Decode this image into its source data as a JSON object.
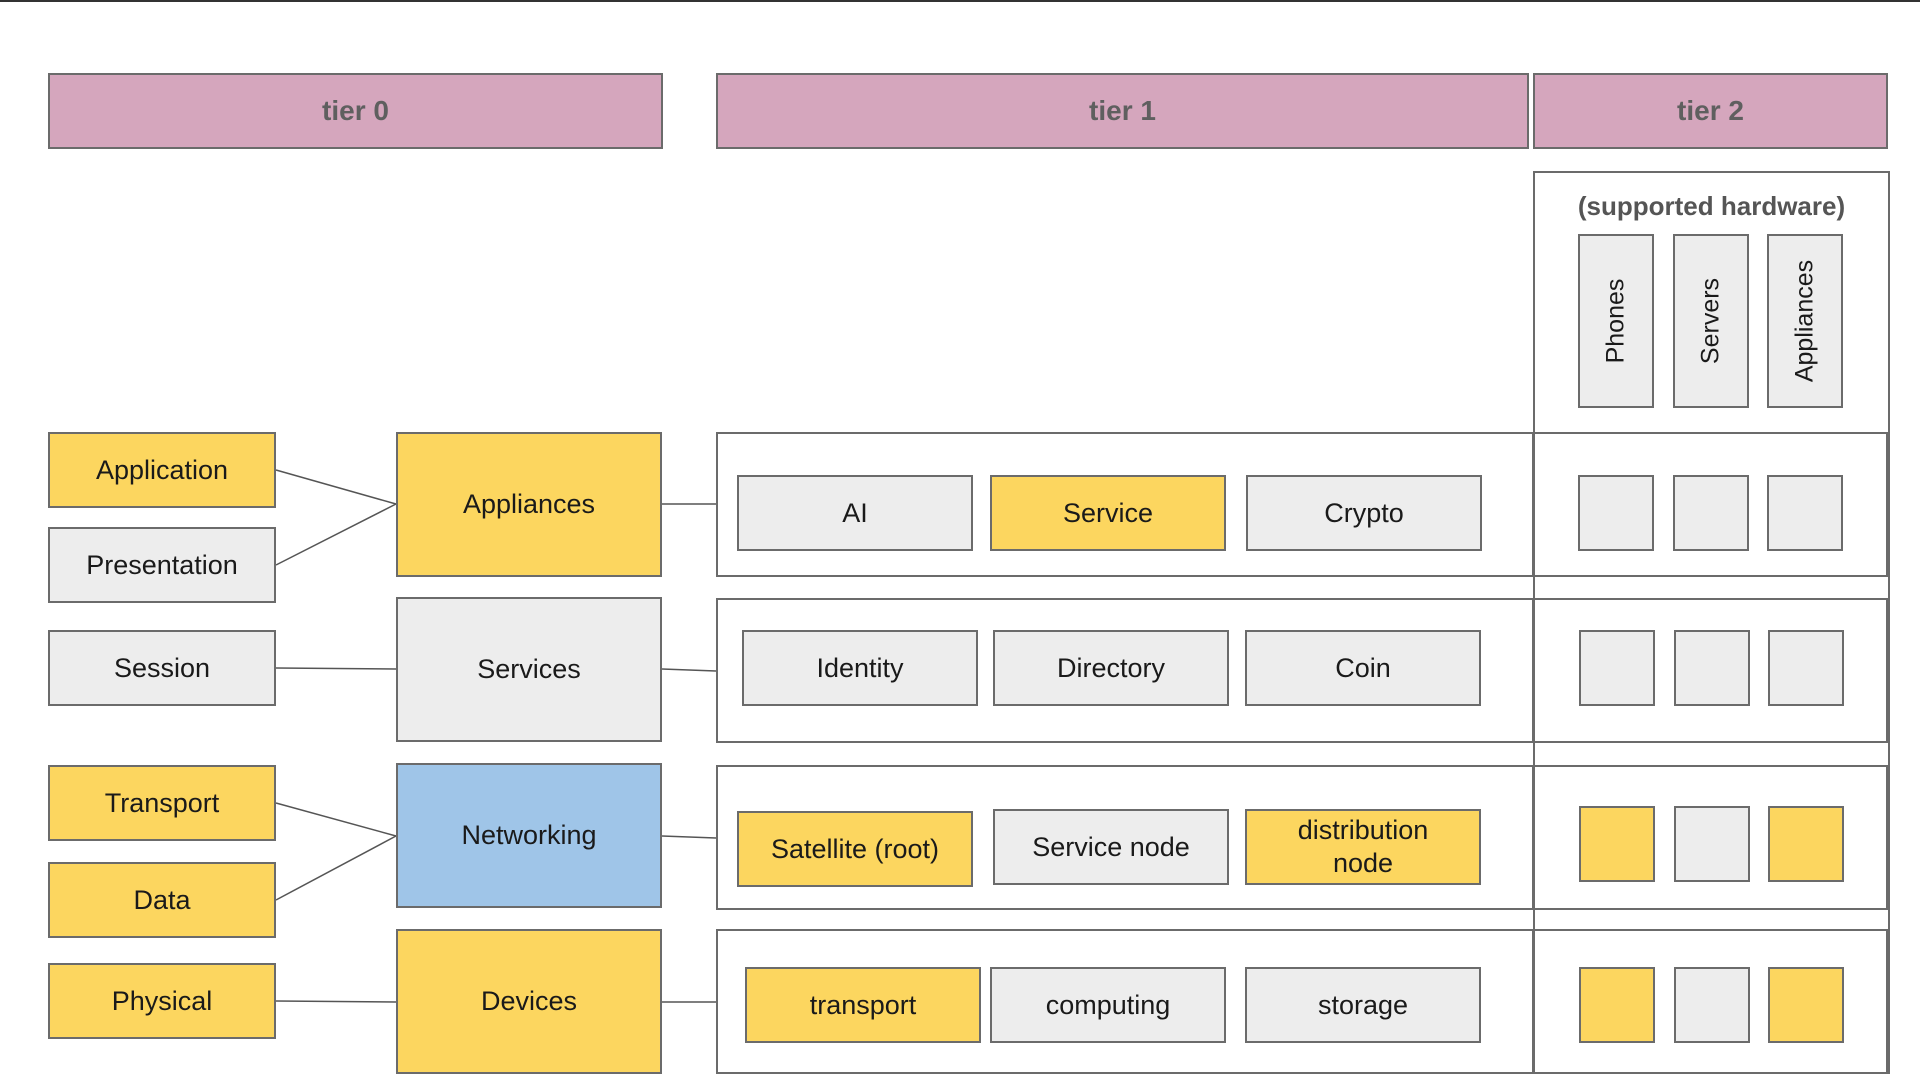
{
  "tiers": {
    "tier0": "tier 0",
    "tier1": "tier 1",
    "tier2": "tier 2"
  },
  "osi_layers": {
    "application": "Application",
    "presentation": "Presentation",
    "session": "Session",
    "transport": "Transport",
    "data": "Data",
    "physical": "Physical"
  },
  "groups": {
    "appliances": "Appliances",
    "services": "Services",
    "networking": "Networking",
    "devices": "Devices"
  },
  "tier1_rows": {
    "appliances": [
      "AI",
      "Service",
      "Crypto"
    ],
    "services": [
      "Identity",
      "Directory",
      "Coin"
    ],
    "networking": [
      "Satellite (root)",
      "Service node",
      "distribution node"
    ],
    "devices": [
      "transport",
      "computing",
      "storage"
    ]
  },
  "tier2": {
    "title": "(supported hardware)",
    "columns": [
      "Phones",
      "Servers",
      "Appliances"
    ]
  },
  "colors": {
    "highlight": "#fcd65f",
    "neutral": "#ededed",
    "networking": "#9fc5e8",
    "tier_header": "#d5a6bd"
  }
}
